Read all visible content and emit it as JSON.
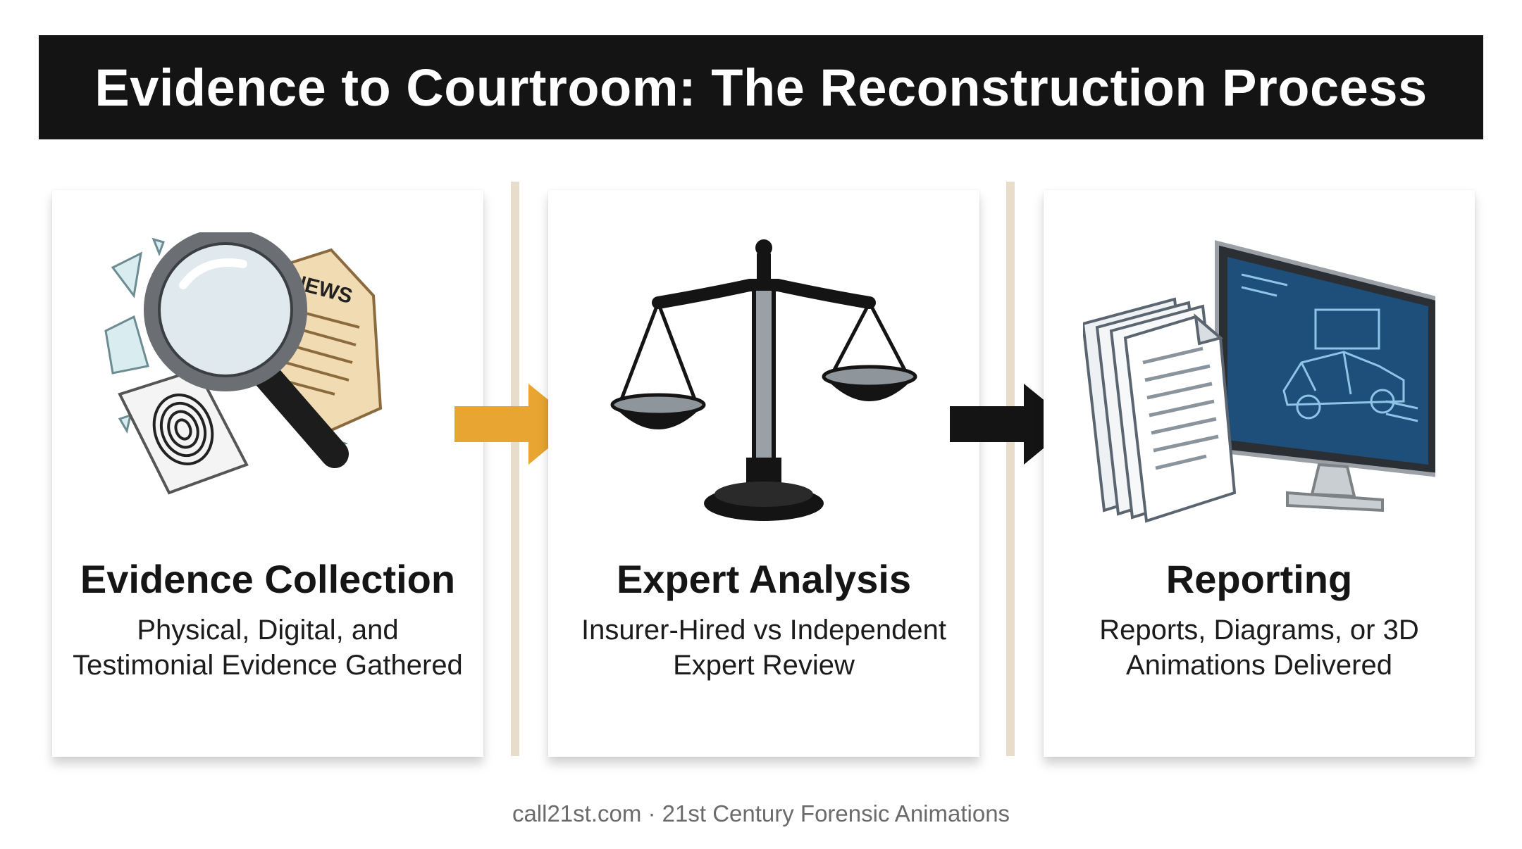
{
  "title": "Evidence to Courtroom: The Reconstruction Process",
  "steps": [
    {
      "heading": "Evidence Collection",
      "desc_line1": "Physical, Digital, and",
      "desc_line2": "Testimonial Evidence Gathered",
      "icon": "magnifier-fingerprint-icon",
      "icon_text": "NEWS"
    },
    {
      "heading": "Expert Analysis",
      "desc_line1": "Insurer-Hired vs Independent",
      "desc_line2": "Expert Review",
      "icon": "scales-of-justice-icon"
    },
    {
      "heading": "Reporting",
      "desc_line1": "Reports, Diagrams, or 3D",
      "desc_line2": "Animations Delivered",
      "icon": "reports-monitor-3d-car-icon"
    }
  ],
  "arrows": [
    {
      "icon": "arrow-right-icon",
      "color": "#e8a531"
    },
    {
      "icon": "arrow-right-icon",
      "color": "#141414"
    }
  ],
  "colors": {
    "title_bg": "#141414",
    "divider": "#e8dccb",
    "accent_orange": "#e8a531",
    "monitor_blue": "#1e4f7a"
  },
  "footer": "call21st.com · 21st Century Forensic Animations"
}
